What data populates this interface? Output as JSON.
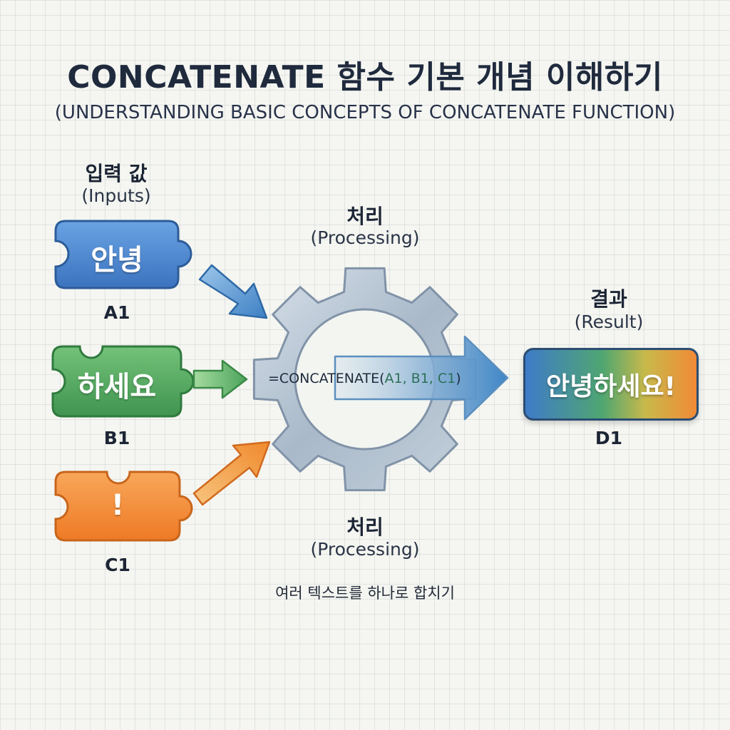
{
  "title": "CONCATENATE 함수 기본 개념 이해하기",
  "subtitle": "(UNDERSTANDING BASIC CONCEPTS OF CONCATENATE FUNCTION)",
  "inputs": {
    "label_ko": "입력 값",
    "label_en": "(Inputs)",
    "items": [
      {
        "text": "안녕",
        "cell": "A1",
        "color": "#4a86cf"
      },
      {
        "text": "하세요",
        "cell": "B1",
        "color": "#4fa85f"
      },
      {
        "text": "!",
        "cell": "C1",
        "color": "#f28a32"
      }
    ]
  },
  "processing_top": {
    "label_ko": "처리",
    "label_en": "(Processing)"
  },
  "formula": {
    "prefix": "=CONCATENATE(",
    "args": "A1, B1, C1",
    "suffix": ")"
  },
  "processing_bottom": {
    "label_ko": "처리",
    "label_en": "(Processing)",
    "description": "여러 텍스트를 하나로 합치기"
  },
  "result": {
    "label_ko": "결과",
    "label_en": "(Result)",
    "text": "안녕하세요!",
    "cell": "D1"
  },
  "colors": {
    "blue": "#4a86cf",
    "green": "#4fa85f",
    "orange": "#f28a32",
    "gear": "#b9c6d3",
    "background": "#f5f6f1"
  }
}
